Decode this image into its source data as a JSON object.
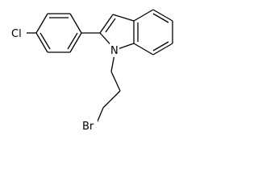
{
  "molecule": {
    "atoms": {
      "chlorine": "Cl",
      "nitrogen": "N",
      "bromine": "Br"
    },
    "colors": {
      "background": "#ffffff",
      "bond": "#000000",
      "label": "#000000"
    }
  }
}
